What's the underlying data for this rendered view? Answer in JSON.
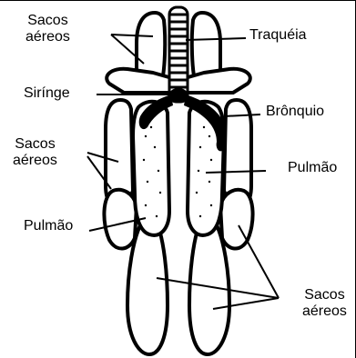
{
  "labels": {
    "sacos_top": [
      "Sacos",
      "aéreos"
    ],
    "traqueia": "Traquéia",
    "siringe": "Sirínge",
    "bronquio": "Brônquio",
    "sacos_left": [
      "Sacos",
      "aéreos"
    ],
    "pulmao_right": "Pulmão",
    "pulmao_left": "Pulmão",
    "sacos_bottom": [
      "Sacos",
      "aéreos"
    ]
  },
  "colors": {
    "ink": "#000000",
    "paper": "#ffffff"
  }
}
